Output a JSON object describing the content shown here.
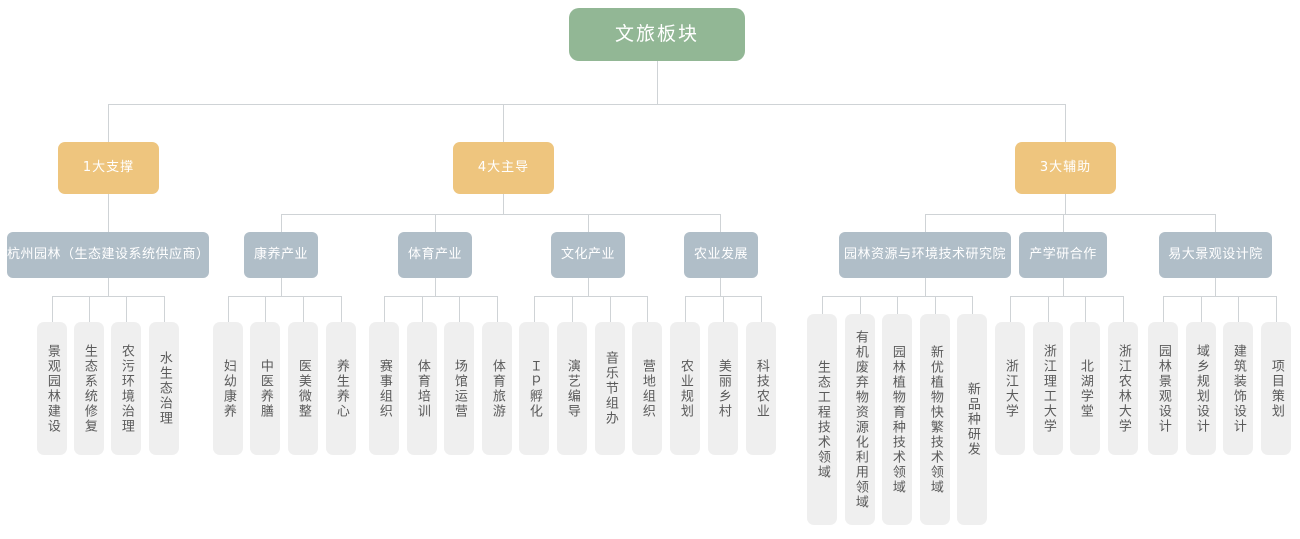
{
  "diagram": {
    "title": "文旅板块",
    "root": {
      "label": "文旅板块",
      "color": "#92b795"
    },
    "level2": [
      {
        "label": "1大支撑",
        "color": "#eec57e"
      },
      {
        "label": "4大主导",
        "color": "#eec57e"
      },
      {
        "label": "3大辅助",
        "color": "#eec57e"
      }
    ],
    "level3": [
      {
        "label": "杭州园林（生态建设系统供应商）",
        "color": "#b0bec8"
      },
      {
        "label": "康养产业",
        "color": "#b0bec8"
      },
      {
        "label": "体育产业",
        "color": "#b0bec8"
      },
      {
        "label": "文化产业",
        "color": "#b0bec8"
      },
      {
        "label": "农业发展",
        "color": "#b0bec8"
      },
      {
        "label": "园林资源与环境技术研究院",
        "color": "#b0bec8"
      },
      {
        "label": "产学研合作",
        "color": "#b0bec8"
      },
      {
        "label": "易大景观设计院",
        "color": "#b0bec8"
      }
    ],
    "leaves": {
      "hangzhou_yuanlin": [
        "景观园林建设",
        "生态系统修复",
        "农污环境治理",
        "水生态治理"
      ],
      "kangyang": [
        "妇幼康养",
        "中医养膳",
        "医美微整",
        "养生养心"
      ],
      "tiyu": [
        "赛事组织",
        "体育培训",
        "场馆运营",
        "体育旅游"
      ],
      "wenhua": [
        "Ｉｐ孵化",
        "演艺编导",
        "音乐节组办",
        "营地组织"
      ],
      "nongye": [
        "农业规划",
        "美丽乡村",
        "科技农业"
      ],
      "yanjiuyuan": [
        "生态工程技术领域",
        "有机废弃物资源化利用领域",
        "园林植物育种技术领域",
        "新优植物快繁技术领域",
        "新品种研发"
      ],
      "chanxueyan": [
        "浙江大学",
        "浙江理工大学",
        "北湖学堂",
        "浙江农林大学"
      ],
      "yidajingguan": [
        "园林景观设计",
        "域乡规划设计",
        "建筑装饰设计",
        "项目策划"
      ]
    },
    "colors": {
      "root": "#92b795",
      "level2": "#eec57e",
      "level3": "#b0bec8",
      "leaf": "#efefef",
      "leaf_text": "#5a5a5a",
      "connector": "#cfd3d6",
      "background": "#ffffff"
    }
  }
}
